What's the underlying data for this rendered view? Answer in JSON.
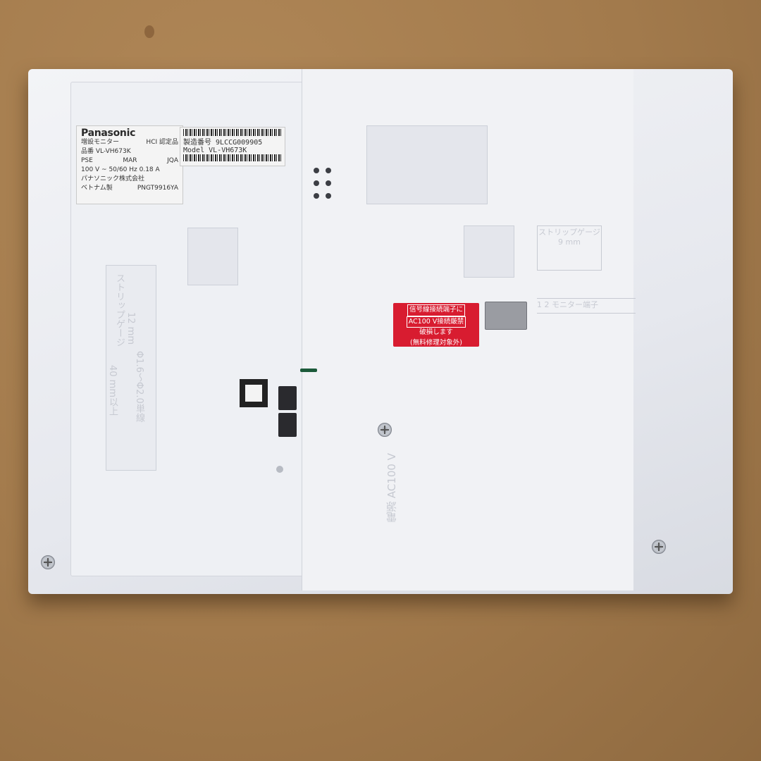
{
  "scene": {
    "description": "Back side of a Panasonic video intercom monitor lying on cardboard",
    "background_color": "#a57c4e",
    "device_color": "#eef0f4"
  },
  "rating_label": {
    "brand": "Panasonic",
    "product_type": "増設モニター",
    "model_line": "品番 VL-VH673K",
    "cert_mark": "HCI 認定品",
    "pse": "PSE",
    "mar": "MAR",
    "jqa": "JQA",
    "power": "100 V ~ 50/60 Hz 0.18 A",
    "maker": "パナソニック株式会社",
    "origin": "ベトナム製",
    "part_no": "PNGT9916YA"
  },
  "serial_label": {
    "serial_prefix": "製造番号",
    "serial": "9LCCG009905",
    "model_prefix": "Model",
    "model": "VL-VH673K"
  },
  "warning_label": {
    "line1": "信号線接続端子に",
    "line2": "AC100 V接続厳禁",
    "line3": "破損します",
    "line4": "(無料修理対象外)",
    "color": "#d81c30"
  },
  "embossed": {
    "strip_gauge_right_title": "ストリップゲージ",
    "strip_gauge_right_value": "9 mm",
    "monitor_terminal": "1 2 モニター端子",
    "strip_gauge_left_title": "ストリップゲージ",
    "strip_gauge_left_value": "12 mm",
    "wire_length": "40 mm以上",
    "wire_spec": "Φ1.6～Φ2.0単線",
    "power_text": "電源 AC100 V"
  }
}
